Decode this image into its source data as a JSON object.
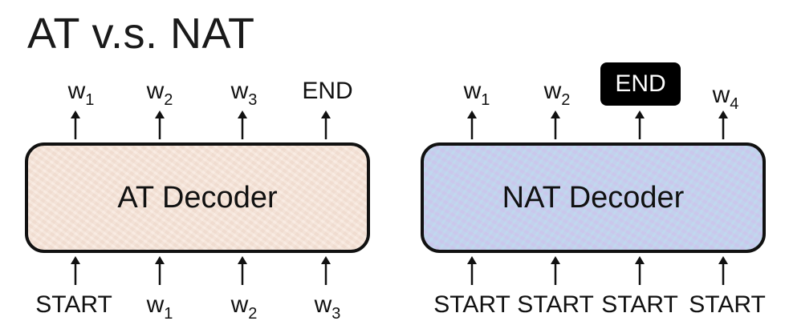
{
  "title": "AT v.s. NAT",
  "at": {
    "label": "AT Decoder",
    "outputs": [
      {
        "base": "w",
        "sub": "1"
      },
      {
        "base": "w",
        "sub": "2"
      },
      {
        "base": "w",
        "sub": "3"
      },
      {
        "base": "END",
        "sub": ""
      }
    ],
    "inputs": [
      {
        "base": "START",
        "sub": ""
      },
      {
        "base": "w",
        "sub": "1"
      },
      {
        "base": "w",
        "sub": "2"
      },
      {
        "base": "w",
        "sub": "3"
      }
    ]
  },
  "nat": {
    "label": "NAT Decoder",
    "outputs": [
      {
        "base": "w",
        "sub": "1"
      },
      {
        "base": "w",
        "sub": "2"
      },
      {
        "base": "END",
        "sub": "",
        "highlight": true
      },
      {
        "base": "w",
        "sub": "4"
      }
    ],
    "inputs": [
      {
        "base": "START",
        "sub": ""
      },
      {
        "base": "START",
        "sub": ""
      },
      {
        "base": "START",
        "sub": ""
      },
      {
        "base": "START",
        "sub": ""
      }
    ]
  },
  "colors": {
    "at_fill": "#f7e6db",
    "nat_fill": "#c9d6ee",
    "highlight_bg": "#000000",
    "highlight_text": "#ffffff"
  }
}
